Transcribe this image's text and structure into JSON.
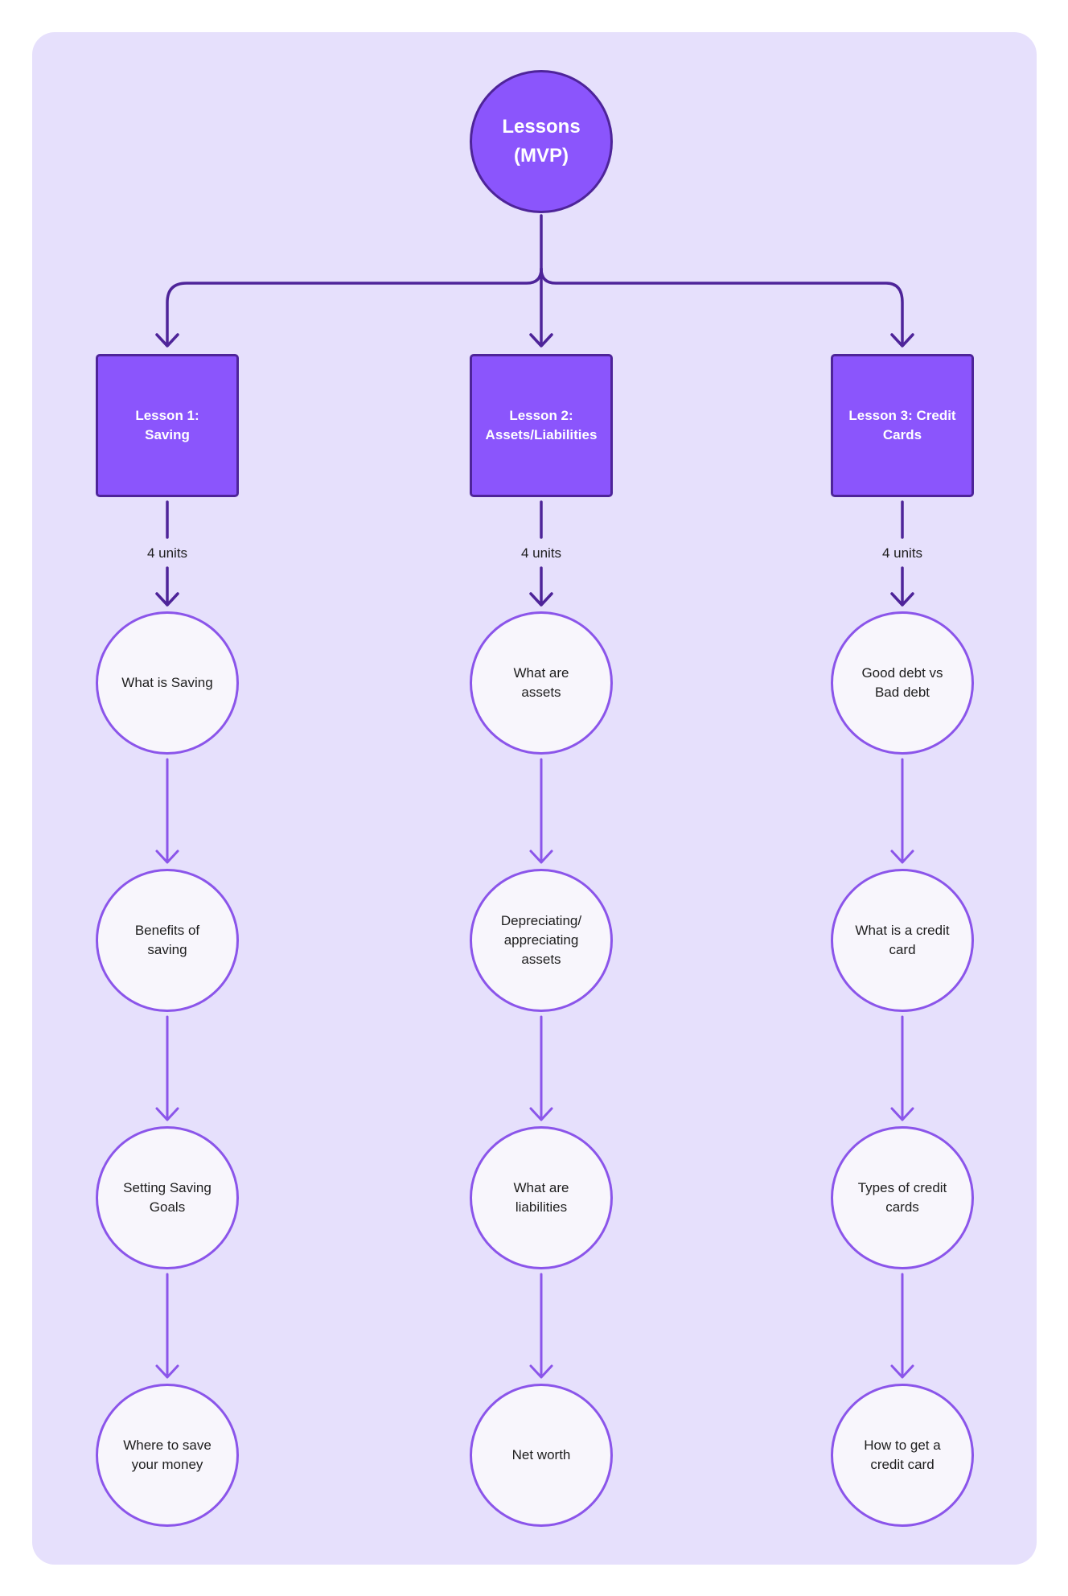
{
  "root": {
    "label": "Lessons\n(MVP)"
  },
  "lessons": [
    {
      "label": "Lesson 1:\nSaving",
      "count_label": "4 units",
      "units": [
        {
          "label": "What is Saving"
        },
        {
          "label": "Benefits of saving"
        },
        {
          "label": "Setting Saving Goals"
        },
        {
          "label": "Where to save your money"
        }
      ]
    },
    {
      "label": "Lesson 2:\nAssets/Liabilities",
      "count_label": "4 units",
      "units": [
        {
          "label": "What are assets"
        },
        {
          "label": "Depreciating/ appreciating assets"
        },
        {
          "label": "What are liabilities"
        },
        {
          "label": "Net worth"
        }
      ]
    },
    {
      "label": "Lesson 3: Credit Cards",
      "count_label": "4 units",
      "units": [
        {
          "label": "Good debt vs Bad debt"
        },
        {
          "label": "What is a credit card"
        },
        {
          "label": "Types of credit cards"
        },
        {
          "label": "How to get a credit card"
        }
      ]
    }
  ],
  "colors": {
    "canvas": "#e6e0fc",
    "node_fill": "#8b55fc",
    "node_border": "#4e2499",
    "unit_fill": "#f8f6fc",
    "unit_border": "#8b55ea",
    "main_connector": "#4e2499",
    "unit_connector": "#8b55ea"
  }
}
